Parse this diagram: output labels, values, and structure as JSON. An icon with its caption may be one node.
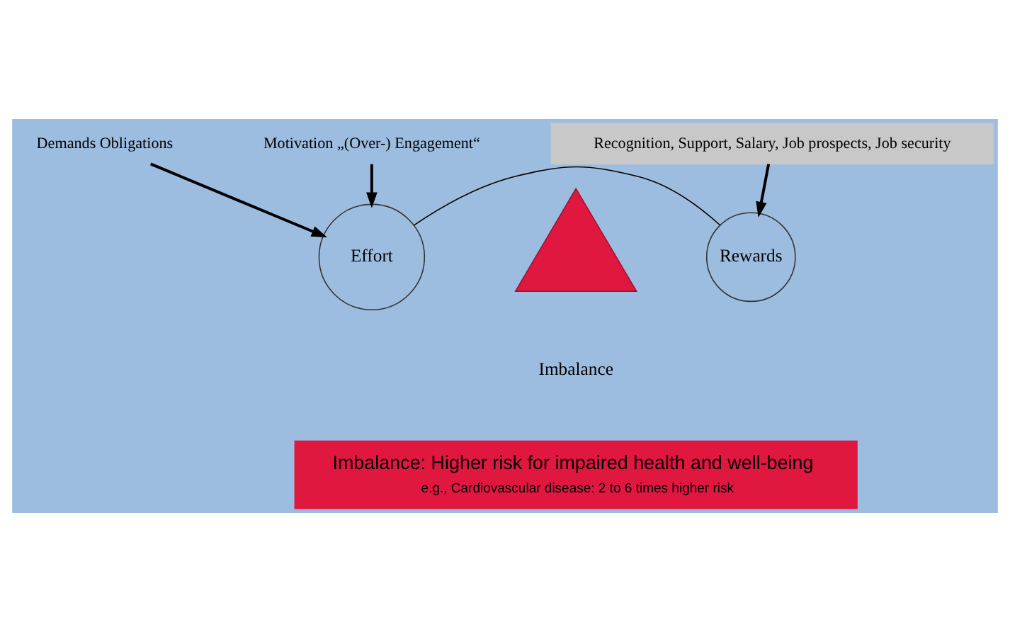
{
  "diagram": {
    "nodes": [
      {
        "text": [
          "Recognition, Support, Salary, Job prospects, Job security"
        ]
      },
      {
        "text": [
          "Demands Obligations"
        ]
      },
      {
        "text": [
          "Motivation „(Over-) Engagement“"
        ]
      },
      {
        "text": [
          "Rewards"
        ]
      },
      {
        "text": [
          "Effort"
        ]
      },
      {
        "text": [],
        "shape": "triangle",
        "beside": [
          "Imbalance"
        ]
      },
      {
        "text": [
          "Imbalance: Higher risk for impaired health and well-being",
          "e.g., Cardiovascular disease: 2 to 6 times higher risk"
        ]
      }
    ],
    "edges": [
      {
        "from": 0,
        "to": 3,
        "arrow": "to"
      },
      {
        "from": 1,
        "to": 4,
        "arrow": "to"
      },
      {
        "from": 2,
        "to": 4,
        "arrow": "to"
      },
      {
        "from": 4,
        "to": 3,
        "arrow": "none"
      }
    ]
  }
}
